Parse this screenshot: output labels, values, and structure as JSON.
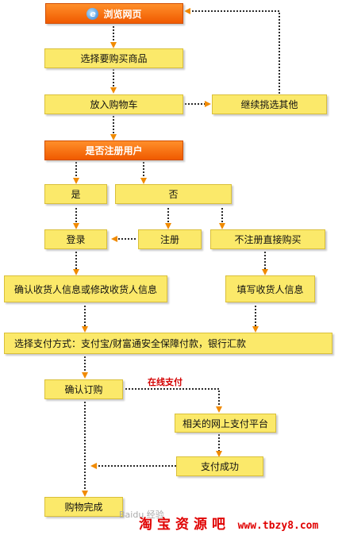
{
  "nodes": {
    "browse": "浏览网页",
    "select_product": "选择要购买商品",
    "add_cart": "放入购物车",
    "continue_shopping": "继续挑选其他",
    "is_registered": "是否注册用户",
    "yes": "是",
    "no": "否",
    "login": "登录",
    "register": "注册",
    "buy_direct": "不注册直接购买",
    "confirm_info": "确认收货人信息或修改收货人信息",
    "fill_info": "填写收货人信息",
    "payment_method": "选择支付方式：支付宝/财富通安全保障付款，银行汇款",
    "confirm_order": "确认订购",
    "platform": "相关的网上支付平台",
    "pay_success": "支付成功",
    "done": "购物完成"
  },
  "labels": {
    "online_payment": "在线支付"
  },
  "watermark": "Baidu 经验",
  "footer": {
    "name": "淘宝资源吧",
    "url": "www.tbzy8.com"
  },
  "icons": {
    "browser": "ie-browser-icon"
  },
  "colors": {
    "box": "#fbe96a",
    "header": "#f26a0a",
    "arrow": "#2b2b2b",
    "arrowhead": "#f08a00",
    "red": "#d40000"
  }
}
